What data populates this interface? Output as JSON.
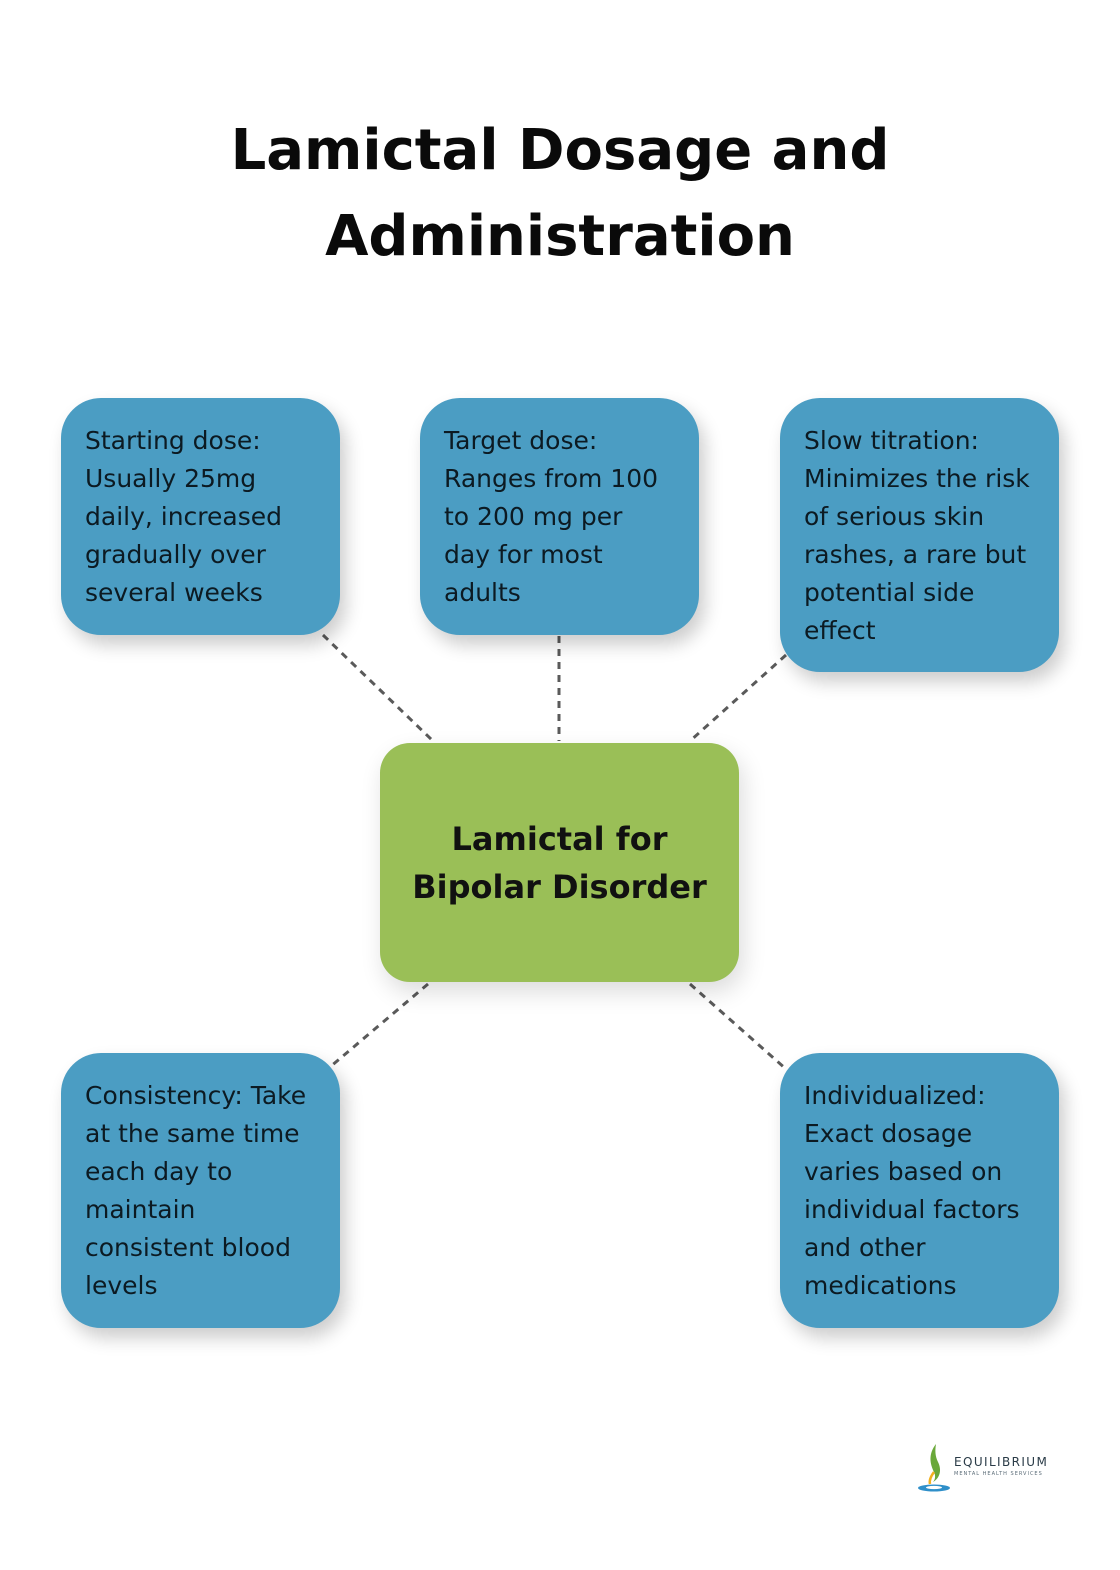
{
  "title": {
    "line1": "Lamictal Dosage and",
    "line2": "Administration"
  },
  "center": {
    "line1": "Lamictal for",
    "line2": "Bipolar Disorder"
  },
  "boxes": [
    "Starting dose: Usually 25mg daily, increased gradually over several weeks",
    "Target dose: Ranges from 100 to 200 mg per day for most adults",
    "Slow titration: Minimizes the risk of serious skin rashes, a rare but potential side effect",
    "Consistency: Take at the same time each day to maintain consistent blood levels",
    "Individualized: Exact dosage varies based on individual factors and other medications"
  ],
  "logo": {
    "name": "EQUILIBRIUM",
    "tagline": "MENTAL HEALTH SERVICES"
  },
  "colors": {
    "box": "#4b9dc3",
    "center": "#9abf57",
    "connector": "#5a5a5a"
  }
}
